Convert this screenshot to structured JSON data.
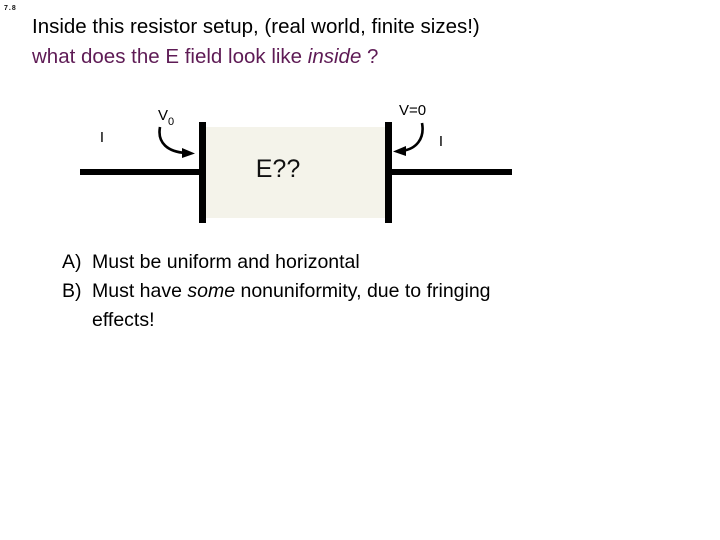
{
  "slide": {
    "number": "7.8",
    "background_color": "#FFFFFF"
  },
  "question": {
    "line1": "Inside this resistor setup, (real world, finite sizes!)",
    "line2_before": "what does the E field look like ",
    "line2_italic": "inside",
    "line2_after": " ?",
    "line1_color": "#000000",
    "line2_color": "#5E1B55"
  },
  "diagram": {
    "resistor_label": "E??",
    "resistor_fill": "#F4F3EA",
    "wire_color": "#000000",
    "left_terminal": {
      "voltage_label": "V",
      "voltage_subscript": "0",
      "current_label": "I"
    },
    "right_terminal": {
      "voltage_label": "V=0",
      "current_label": "I"
    }
  },
  "answers": [
    {
      "key": "A)",
      "text_before": "Must be uniform and horizontal",
      "italic": "",
      "text_after": "",
      "continuation": ""
    },
    {
      "key": "B)",
      "text_before": "Must have ",
      "italic": "some",
      "text_after": " nonuniformity, due to fringing",
      "continuation": "effects!"
    }
  ]
}
